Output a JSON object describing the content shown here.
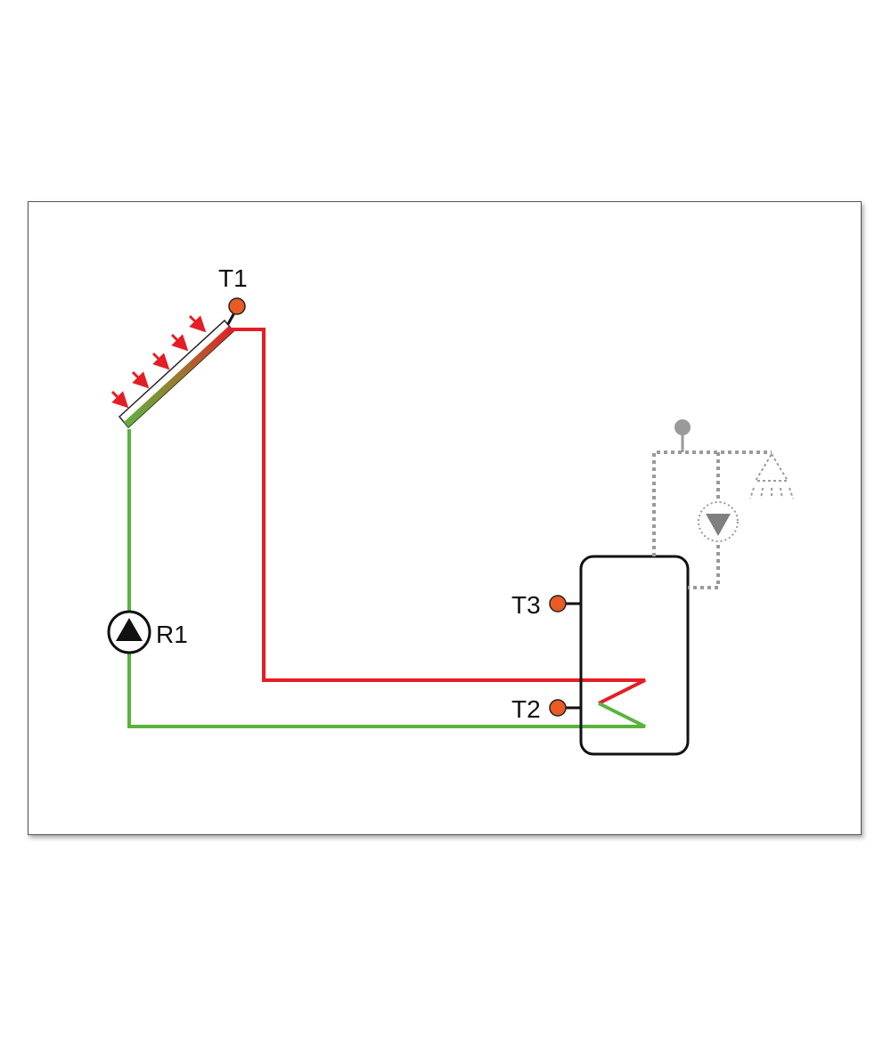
{
  "diagram": {
    "labels": {
      "t1": "T1",
      "t2": "T2",
      "t3": "T3",
      "r1": "R1"
    },
    "colors": {
      "hot_line": "#e41e26",
      "cold_line": "#5bb33f",
      "sensor": "#ea5a23",
      "hot_water_circuit": "#9a9a9a",
      "sun_arrow": "#e41e26"
    },
    "icons": {
      "collector": "solar-collector-icon",
      "pump": "pump-icon",
      "tank": "storage-tank-icon",
      "shower": "shower-icon",
      "circulation_pump": "circulation-pump-icon"
    }
  }
}
